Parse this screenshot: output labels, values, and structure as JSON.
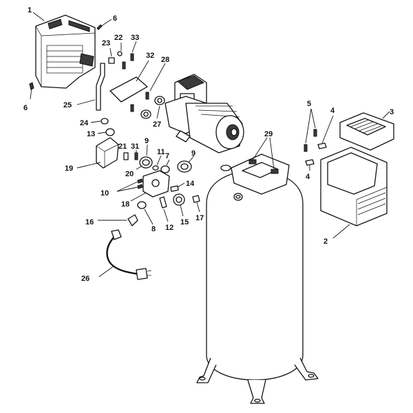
{
  "diagram": {
    "callouts": {
      "c1": "1",
      "c2": "2",
      "c3": "3",
      "c4a": "4",
      "c4b": "4",
      "c5": "5",
      "c6a": "6",
      "c6b": "6",
      "c7": "7",
      "c8": "8",
      "c9a": "9",
      "c9b": "9",
      "c10": "10",
      "c11": "11",
      "c12": "12",
      "c13": "13",
      "c14": "14",
      "c15": "15",
      "c16": "16",
      "c17": "17",
      "c18": "18",
      "c19": "19",
      "c20": "20",
      "c21": "21",
      "c22": "22",
      "c23": "23",
      "c24": "24",
      "c25": "25",
      "c26": "26",
      "c27": "27",
      "c28": "28",
      "c29": "29",
      "c31": "31",
      "c32": "32",
      "c33": "33"
    },
    "colors": {
      "line": "#111111",
      "fill": "#ffffff",
      "shade": "#3a3a3a"
    }
  }
}
